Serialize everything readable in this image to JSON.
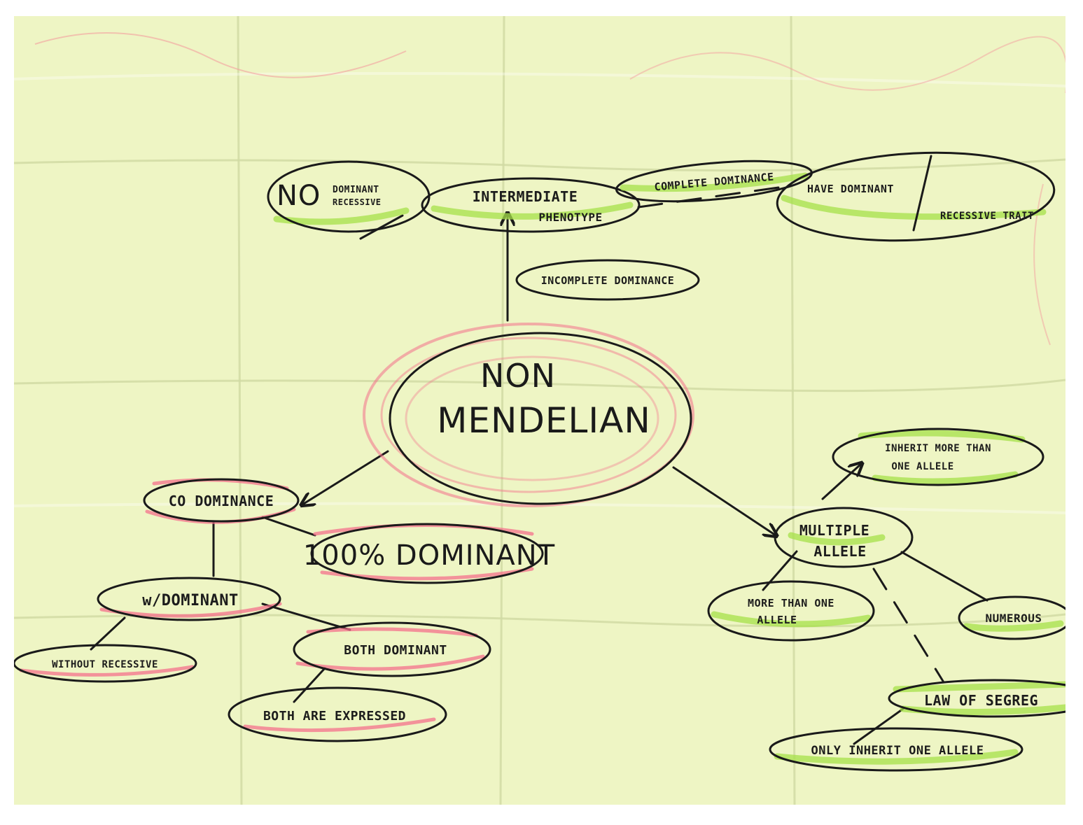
{
  "concept_map": {
    "center": {
      "line1": "NON",
      "line2": "MENDELIAN"
    },
    "top": {
      "intermediate": {
        "line1": "INTERMEDIATE",
        "line2": "PHENOTYPE"
      },
      "no_dominant": {
        "big": "NO",
        "line1": "DOMINANT",
        "line2": "RECESSIVE"
      },
      "complete_dominance": "COMPLETE DOMINANCE",
      "have_dominant": {
        "line1": "HAVE DOMINANT",
        "line2": "RECESSIVE TRAIT"
      },
      "incomplete_dominance": "INCOMPLETE DOMINANCE"
    },
    "left": {
      "co_dominance": "CO DOMINANCE",
      "hundred_dominant": "100% DOMINANT",
      "w_dominant": "w/DOMINANT",
      "without_recessive": "WITHOUT RECESSIVE",
      "both_dominant": "BOTH DOMINANT",
      "both_expressed": "BOTH ARE EXPRESSED"
    },
    "right": {
      "multiple_allele": {
        "line1": "MULTIPLE",
        "line2": "ALLELE"
      },
      "inherit_more": {
        "line1": "INHERIT MORE THAN",
        "line2": "ONE ALLELE"
      },
      "more_than_one": {
        "line1": "MORE THAN ONE",
        "line2": "ALLELE"
      },
      "numerous": "NUMEROUS",
      "law_of_segregation": "LAW OF SEGREG",
      "only_inherit": "ONLY INHERIT ONE ALLELE"
    }
  },
  "colors": {
    "paper": "#eef5c4",
    "ink": "#1a1a1a",
    "highlight_green": "#a6e04a",
    "highlight_pink": "#f4708c"
  }
}
